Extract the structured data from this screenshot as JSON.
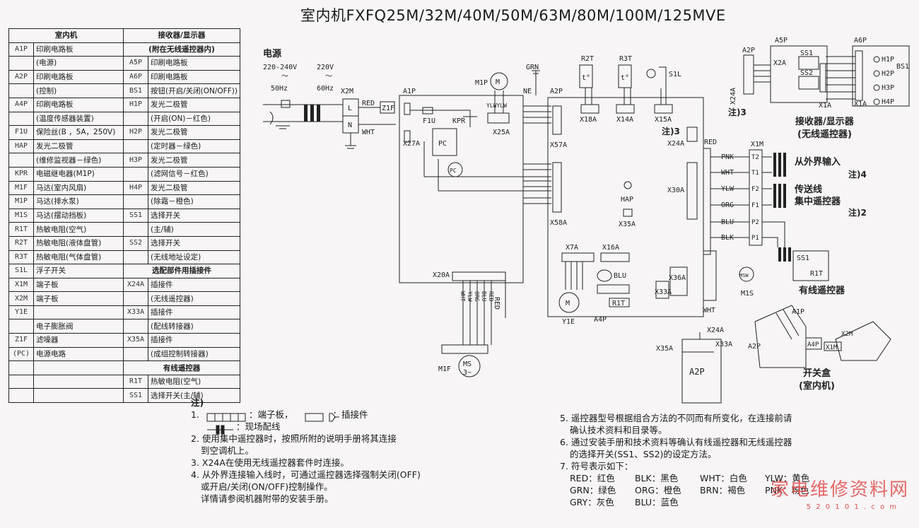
{
  "title": "室内机FXFQ25M/32M/40M/50M/63M/80M/100M/125MVE",
  "legend_left": {
    "header": "室内机",
    "rows": [
      {
        "code": "A1P",
        "desc": "印刷电路板"
      },
      {
        "code": "",
        "desc": "(电源)"
      },
      {
        "code": "A2P",
        "desc": "印刷电路板"
      },
      {
        "code": "",
        "desc": "(控制)"
      },
      {
        "code": "A4P",
        "desc": "印刷电路板"
      },
      {
        "code": "",
        "desc": "(温度传感器装置)"
      },
      {
        "code": "F1U",
        "desc": "保险丝(B ，5A，250V)"
      },
      {
        "code": "HAP",
        "desc": "发光二极管"
      },
      {
        "code": "",
        "desc": "(维修监视器－绿色)"
      },
      {
        "code": "KPR",
        "desc": "电磁继电器(M1P)"
      },
      {
        "code": "M1F",
        "desc": "马达(室内风扇)"
      },
      {
        "code": "M1P",
        "desc": "马达(排水泵)"
      },
      {
        "code": "M1S",
        "desc": "马达(摆动挡板)"
      },
      {
        "code": "R1T",
        "desc": "热敏电阻(空气)"
      },
      {
        "code": "R2T",
        "desc": "热敏电阻(液体盘管)"
      },
      {
        "code": "R3T",
        "desc": "热敏电阻(气体盘管)"
      },
      {
        "code": "S1L",
        "desc": "浮子开关"
      },
      {
        "code": "X1M",
        "desc": "端子板"
      },
      {
        "code": "X2M",
        "desc": "端子板"
      },
      {
        "code": "Y1E",
        "desc": ""
      },
      {
        "code": "",
        "desc": "电子膨胀阀"
      },
      {
        "code": "Z1F",
        "desc": "滤噪器"
      },
      {
        "code": "(PC)",
        "desc": "电源电路"
      }
    ]
  },
  "legend_right": {
    "header1": "接收器/显示器",
    "header2": "(附在无线遥控器内)",
    "rows": [
      {
        "code": "A5P",
        "desc": "印刷电路板"
      },
      {
        "code": "A6P",
        "desc": "印刷电路板"
      },
      {
        "code": "BS1",
        "desc": "按钮(开启/关闭(ON/OFF))"
      },
      {
        "code": "H1P",
        "desc": "发光二极管"
      },
      {
        "code": "",
        "desc": "(开启(ON)－红色)"
      },
      {
        "code": "H2P",
        "desc": "发光二极管"
      },
      {
        "code": "",
        "desc": "(定时器－绿色)"
      },
      {
        "code": "H3P",
        "desc": "发光二极管"
      },
      {
        "code": "",
        "desc": "(滤网信号－红色)"
      },
      {
        "code": "H4P",
        "desc": "发光二极管"
      },
      {
        "code": "",
        "desc": "(除霜－橙色)"
      },
      {
        "code": "SS1",
        "desc": "选择开关"
      },
      {
        "code": "",
        "desc": "(主/辅)"
      },
      {
        "code": "SS2",
        "desc": "选择开关"
      },
      {
        "code": "",
        "desc": "(无线地址设定)"
      }
    ],
    "header3": "选配部件用插接件",
    "rows2": [
      {
        "code": "X24A",
        "desc": "插接件"
      },
      {
        "code": "",
        "desc": "(无线遥控器)"
      },
      {
        "code": "X33A",
        "desc": "插接件"
      },
      {
        "code": "",
        "desc": "(配线转接器)"
      },
      {
        "code": "X35A",
        "desc": "插接件"
      },
      {
        "code": "",
        "desc": "(成组控制转接器)"
      }
    ],
    "header4": "有线遥控器",
    "rows3": [
      {
        "code": "R1T",
        "desc": "热敏电阻(空气)"
      },
      {
        "code": "SS1",
        "desc": "选择开关(主/辅)"
      }
    ]
  },
  "diagram": {
    "power": "电源",
    "v1": "220-240V",
    "v2": "220V",
    "tilde": "～",
    "hz1": "50Hz",
    "hz2": "60Hz",
    "x2m": "X2M",
    "L": "L",
    "N": "N",
    "red": "RED",
    "wht": "WHT",
    "z1f": "Z1F",
    "a1p": "A1P",
    "f1u": "F1U",
    "kpr": "KPR",
    "x27a": "X27A",
    "pc": "PC",
    "pc2": "PC",
    "x25a": "X25A",
    "m1p": "M1P",
    "m": "M",
    "ylw": "YLWYLW",
    "grn": "GRN",
    "ne": "NE",
    "a2p": "A2P",
    "r2t": "R2T",
    "r3t": "R3T",
    "s1l": "S1L",
    "t": "t°",
    "x18a": "X18A",
    "x14a": "X14A",
    "x15a": "X15A",
    "x57a": "X57A",
    "x24a": "X24A",
    "note3": "注)3",
    "x30a": "X30A",
    "hap": "HAP",
    "x35a": "X35A",
    "x58a": "X58A",
    "x7a": "X7A",
    "x16a": "X16A",
    "blu": "BLU",
    "r1t": "R1T",
    "a4p": "A4P",
    "x36a": "X36A",
    "x33a": "X33A",
    "y1e": "Y1E",
    "x20a": "X20A",
    "redv": "RED",
    "whtv": "WHT",
    "wires5": [
      "WHT",
      "YLW",
      "ORG",
      "BLU",
      "RED"
    ],
    "m1f": "M1F",
    "ms": "MS",
    "ms2": "3~",
    "x1m": "X1M",
    "red2": "RED",
    "term_colors": [
      "PNK",
      "WHT",
      "YLW",
      "ORG",
      "BLU",
      "BLK"
    ],
    "term_labels": [
      "T2",
      "T1",
      "F2",
      "F1",
      "P2",
      "P1"
    ],
    "ext1": "从外界输入",
    "ext1n": "注)4",
    "ext2": "传送线",
    "ext3": "集中遥控器",
    "ext3n": "注)2",
    "wired": "有线遥控器",
    "ss1": "SS1",
    "r1t2": "R1T",
    "msw": "MSW",
    "m1s": "M1S",
    "wht2": "WHT",
    "rc_a2p": "A2P",
    "rc_a5p": "A5P",
    "rc_a6p": "A6P",
    "rc_ss1": "SS1",
    "rc_ss2": "SS2",
    "rc_x2a": "X2A",
    "rc_x1a": "X1A",
    "rc_x1a2": "X1A",
    "rc_x24a": "X24A",
    "rc_note3": "注)3",
    "h1p": "H1P",
    "h2p": "H2P",
    "h3p": "H3P",
    "h4p": "H4P",
    "bs1": "BS1",
    "rc_title1": "接收器/显示器",
    "rc_title2": "(无线遥控器)",
    "x24a_b": "X24A",
    "x33a_b": "X33A",
    "x35a_b": "X35A",
    "a2p_b": "A2P",
    "sw_a1p": "A1P",
    "sw_a2p": "A2P",
    "sw_x2m": "X2M",
    "sw_a4p": "A4P",
    "sw_x1m": "X1M",
    "sw_t1": "开关盒",
    "sw_t2": "(室内机)"
  },
  "notes_left": {
    "head": "注)",
    "n1a": "1.",
    "n1b": "：端子板，",
    "n1c": "：插接件",
    "n1d": "：现场配线",
    "n2": "2. 使用集中遥控器时，按照所附的说明手册将其连接",
    "n2b": "到空调机上。",
    "n3": "3. X24A在使用无线遥控器套件时连接。",
    "n4": "4. 从外界连接输入线时，可通过遥控器选择强制关闭(OFF)",
    "n4b": "或开启/关闭(ON/OFF)控制操作。",
    "n4c": "详情请参阅机器附带的安装手册。"
  },
  "notes_right": {
    "n5": "5. 遥控器型号根据组合方法的不同而有所变化，在连接前请",
    "n5b": "确认技术资料和目录等。",
    "n6": "6. 通过安装手册和技术资料等确认有线遥控器和无线遥控器",
    "n6b": "的选择开关(SS1、SS2)的设定方法。",
    "n7": "7. 符号表示如下：",
    "c1": "RED：红色",
    "c2": "BLK：黑色",
    "c3": "WHT：白色",
    "c4": "YLW：黄色",
    "c5": "GRN：绿色",
    "c6": "ORG：橙色",
    "c7": "BRN：褐色",
    "c8": "PNK：粉色",
    "c9": "GRY：灰色",
    "c10": "BLU：蓝色"
  },
  "watermark": "家电维修资料网",
  "watermark_url": "5 2 0 1 0 1 . c o m"
}
